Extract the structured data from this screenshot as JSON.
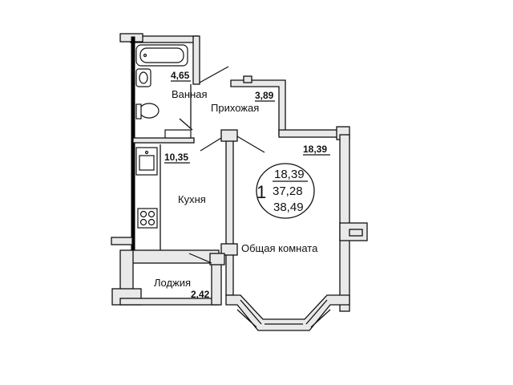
{
  "plan": {
    "rooms": {
      "bathroom": {
        "name": "Ванная",
        "area": "4,65"
      },
      "hallway": {
        "name": "Прихожая",
        "area": "3,89"
      },
      "kitchen": {
        "name": "Кухня",
        "area": "10,35"
      },
      "living_room": {
        "name": "Общая комната",
        "area": "18,39"
      },
      "loggia": {
        "name": "Лоджия",
        "area": "2,42"
      }
    },
    "summary": {
      "room_count": "1",
      "living_area": "18,39",
      "total_area": "37,28",
      "total_with_loggia": "38,49"
    }
  }
}
